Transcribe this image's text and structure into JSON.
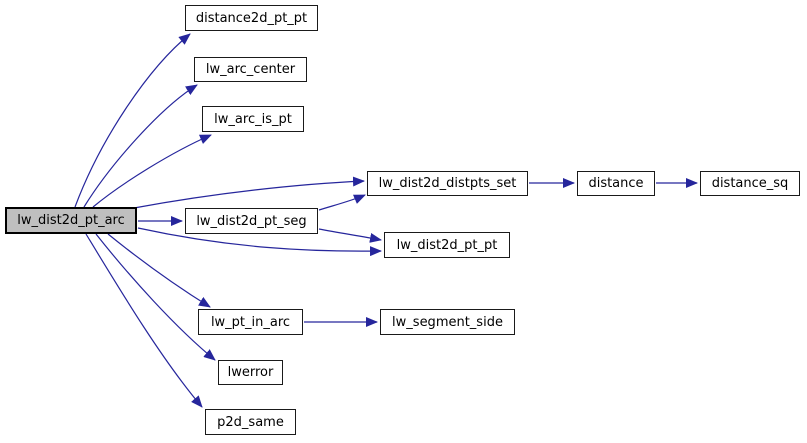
{
  "diagram": {
    "type": "call-graph",
    "nodes": [
      {
        "id": "lw_dist2d_pt_arc",
        "label": "lw_dist2d_pt_arc",
        "role": "focus"
      },
      {
        "id": "distance2d_pt_pt",
        "label": "distance2d_pt_pt",
        "role": "callee"
      },
      {
        "id": "lw_arc_center",
        "label": "lw_arc_center",
        "role": "callee"
      },
      {
        "id": "lw_arc_is_pt",
        "label": "lw_arc_is_pt",
        "role": "callee"
      },
      {
        "id": "lw_dist2d_distpts_set",
        "label": "lw_dist2d_distpts_set",
        "role": "callee"
      },
      {
        "id": "distance",
        "label": "distance",
        "role": "callee"
      },
      {
        "id": "distance_sq",
        "label": "distance_sq",
        "role": "callee"
      },
      {
        "id": "lw_dist2d_pt_seg",
        "label": "lw_dist2d_pt_seg",
        "role": "callee"
      },
      {
        "id": "lw_dist2d_pt_pt",
        "label": "lw_dist2d_pt_pt",
        "role": "callee"
      },
      {
        "id": "lw_pt_in_arc",
        "label": "lw_pt_in_arc",
        "role": "callee"
      },
      {
        "id": "lw_segment_side",
        "label": "lw_segment_side",
        "role": "callee"
      },
      {
        "id": "lwerror",
        "label": "lwerror",
        "role": "callee"
      },
      {
        "id": "p2d_same",
        "label": "p2d_same",
        "role": "callee"
      }
    ],
    "edges": [
      {
        "from": "lw_dist2d_pt_arc",
        "to": "distance2d_pt_pt"
      },
      {
        "from": "lw_dist2d_pt_arc",
        "to": "lw_arc_center"
      },
      {
        "from": "lw_dist2d_pt_arc",
        "to": "lw_arc_is_pt"
      },
      {
        "from": "lw_dist2d_pt_arc",
        "to": "lw_dist2d_distpts_set"
      },
      {
        "from": "lw_dist2d_pt_arc",
        "to": "lw_dist2d_pt_seg"
      },
      {
        "from": "lw_dist2d_pt_arc",
        "to": "lw_dist2d_pt_pt"
      },
      {
        "from": "lw_dist2d_pt_arc",
        "to": "lw_pt_in_arc"
      },
      {
        "from": "lw_dist2d_pt_arc",
        "to": "lwerror"
      },
      {
        "from": "lw_dist2d_pt_arc",
        "to": "p2d_same"
      },
      {
        "from": "lw_dist2d_pt_seg",
        "to": "lw_dist2d_distpts_set"
      },
      {
        "from": "lw_dist2d_pt_seg",
        "to": "lw_dist2d_pt_pt"
      },
      {
        "from": "lw_dist2d_distpts_set",
        "to": "distance"
      },
      {
        "from": "distance",
        "to": "distance_sq"
      },
      {
        "from": "lw_pt_in_arc",
        "to": "lw_segment_side"
      }
    ],
    "colors": {
      "edge": "#26269c",
      "node_border": "#1a1a1a",
      "node_fill": "#ffffff",
      "focus_fill": "#bfbfbf",
      "focus_border": "#000000",
      "text": "#000000",
      "background": "#ffffff"
    }
  }
}
